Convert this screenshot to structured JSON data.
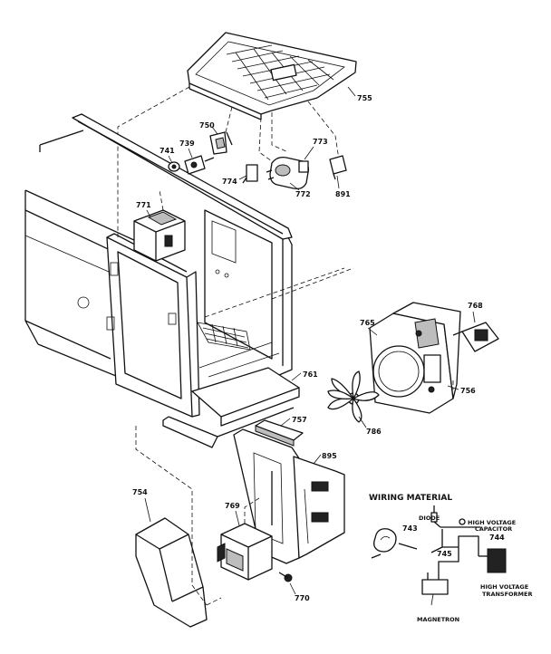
{
  "labels": {
    "p755": "755",
    "p750": "750",
    "p741": "741",
    "p739": "739",
    "p773": "773",
    "p774": "774",
    "p772": "772",
    "p891": "891",
    "p771": "771",
    "p768": "768",
    "p765": "765",
    "p761": "761",
    "p756": "756",
    "p786": "786",
    "p757": "757",
    "p895": "895",
    "p754": "754",
    "p769": "769",
    "p770": "770"
  },
  "wiring": {
    "title": "WIRING MATERIAL",
    "diode": "DIODE",
    "capacitor_line1": "HIGH VOLTAGE",
    "capacitor_line2": "CAPACITOR",
    "transformer_line1": "HIGH VOLTAGE",
    "transformer_line2": "TRANSFORMER",
    "magnetron": "MAGNETRON",
    "p743": "743",
    "p744": "744",
    "p745": "745"
  }
}
